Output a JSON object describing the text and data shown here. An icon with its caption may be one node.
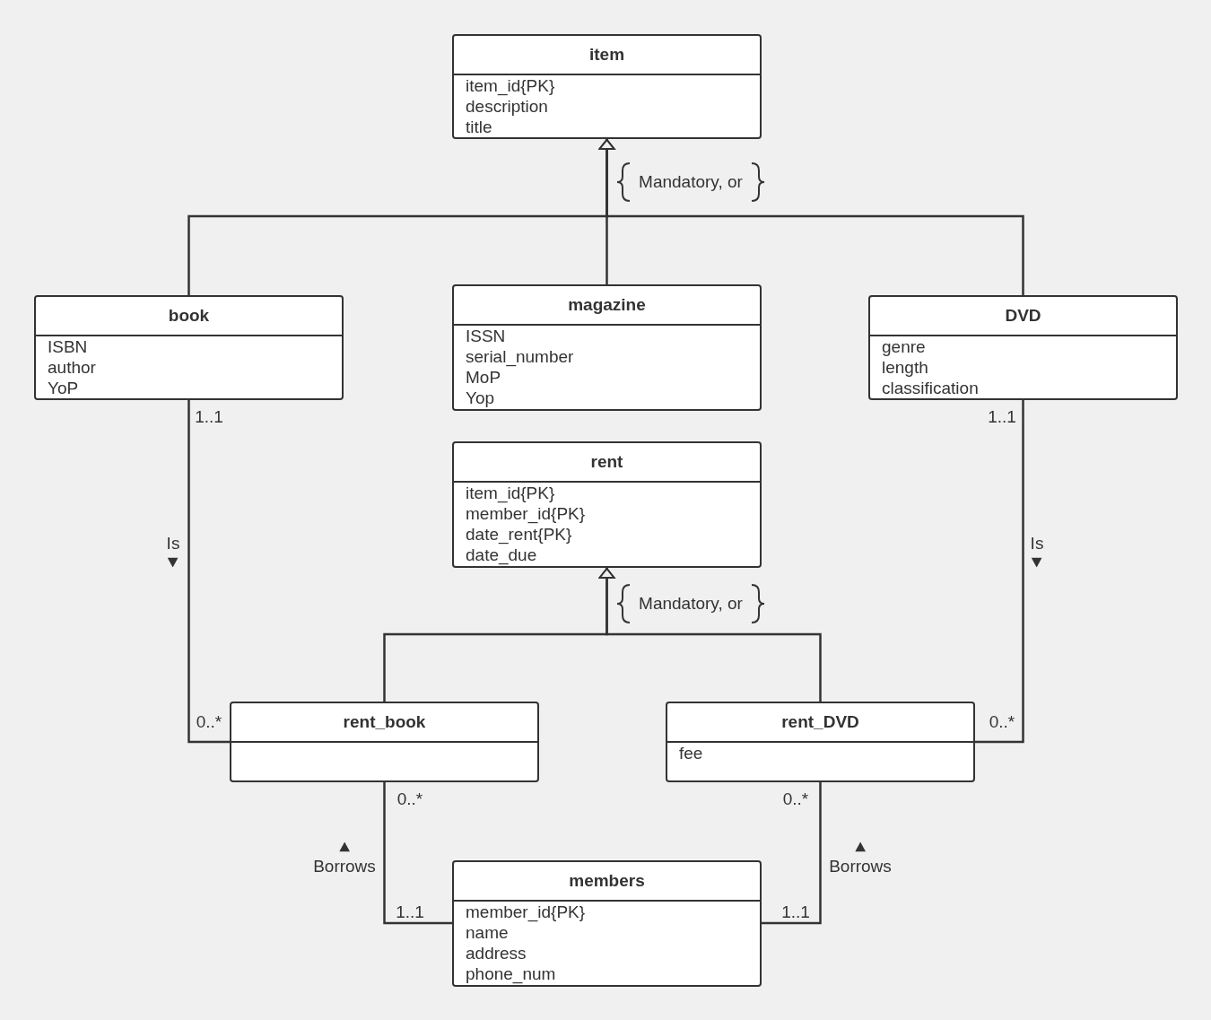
{
  "diagram": {
    "nodes": [
      {
        "text": [
          "item",
          "item_id{PK}",
          "description",
          "title"
        ]
      },
      {
        "text": [
          "book",
          "ISBN",
          "author",
          "YoP"
        ]
      },
      {
        "text": [
          "magazine",
          "ISSN",
          "serial_number",
          "MoP",
          "Yop"
        ]
      },
      {
        "text": [
          "DVD",
          "genre",
          "length",
          "classification"
        ]
      },
      {
        "text": [
          "rent",
          "item_id{PK}",
          "member_id{PK}",
          "date_rent{PK}",
          "date_due"
        ]
      },
      {
        "text": [
          "rent_book"
        ]
      },
      {
        "text": [
          "rent_DVD",
          "fee"
        ]
      },
      {
        "text": [
          "members",
          "member_id{PK}",
          "name",
          "address",
          "phone_num"
        ]
      }
    ],
    "edges": [
      {
        "from": 1,
        "to": 0,
        "arrow": "to"
      },
      {
        "from": 2,
        "to": 0,
        "arrow": "to"
      },
      {
        "from": 3,
        "to": 0,
        "arrow": "to"
      },
      {
        "from": 5,
        "to": 4,
        "arrow": "to"
      },
      {
        "from": 6,
        "to": 4,
        "arrow": "to"
      },
      {
        "from": 1,
        "to": 5,
        "arrow": "none",
        "label": "Is"
      },
      {
        "from": 3,
        "to": 6,
        "arrow": "none",
        "label": "Is"
      },
      {
        "from": 5,
        "to": 7,
        "arrow": "none",
        "label": "Borrows"
      },
      {
        "from": 6,
        "to": 7,
        "arrow": "none",
        "label": "Borrows"
      }
    ],
    "labels": [
      "Mandatory, or",
      "1..1",
      "1..1",
      "Mandatory, or",
      "0..*",
      "0..*",
      "0..*",
      "0..*",
      "1..1",
      "1..1"
    ]
  }
}
